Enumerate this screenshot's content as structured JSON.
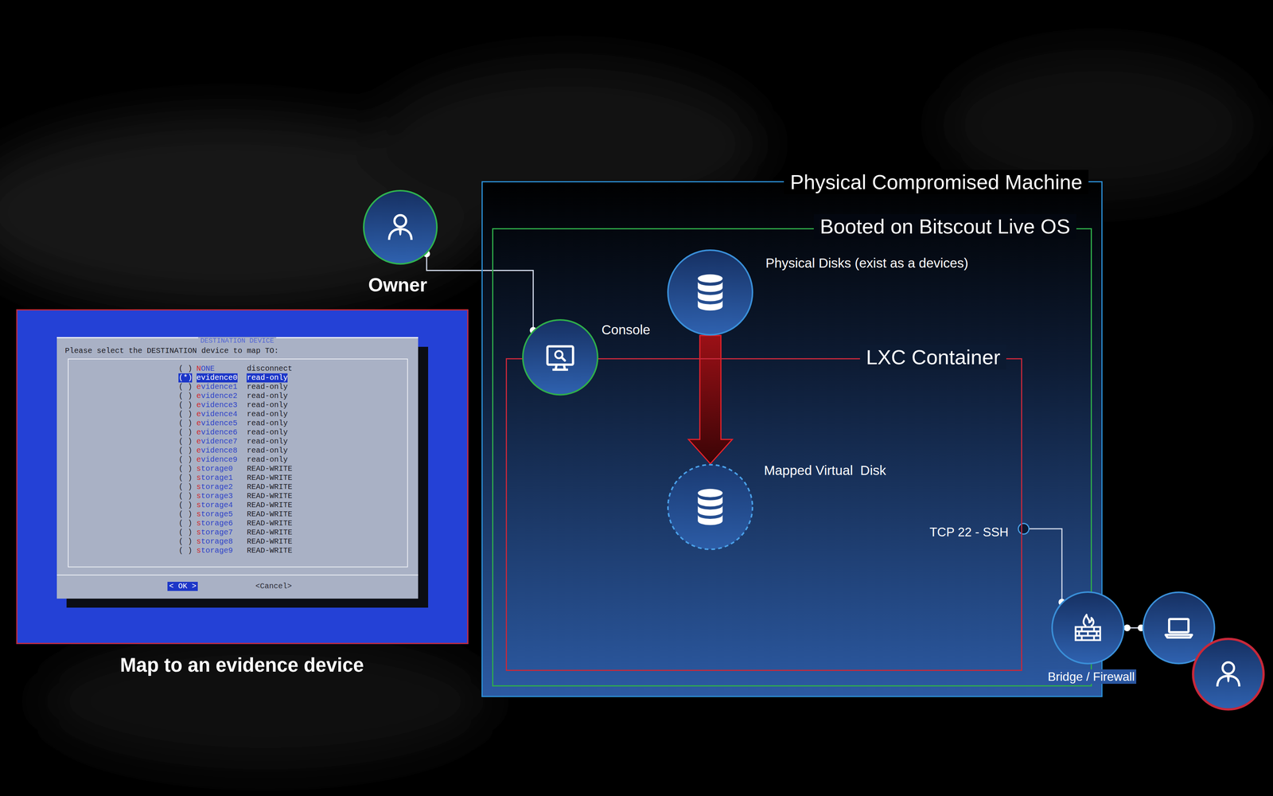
{
  "diagram": {
    "nodes": [
      {
        "text": [
          "Physical Compromised Machine"
        ]
      },
      {
        "text": [
          "Booted on Bitscout Live OS"
        ],
        "in": 0
      },
      {
        "text": [
          "Physical Disks (exist as a devices)"
        ],
        "in": 1
      },
      {
        "text": [
          "Console"
        ],
        "in": 1
      },
      {
        "text": [
          "LXC Container"
        ],
        "in": 1
      },
      {
        "text": [
          "Mapped Virtual  Disk"
        ],
        "in": 4
      },
      {
        "text": [
          "Bridge / Firewall"
        ],
        "in": 0
      },
      {
        "text": [
          "Owner"
        ]
      },
      {
        "text": [
          "Map to an evidence device"
        ]
      },
      {
        "text": [
          "DESTINATION DEVICE",
          "Please select the DESTINATION device to map TO:"
        ],
        "in": 8
      }
    ],
    "edges": [
      {
        "from": 7,
        "to": 3,
        "arrow": "none"
      },
      {
        "from": 2,
        "to": 5,
        "arrow": "to"
      },
      {
        "from": 4,
        "to": 6,
        "arrow": "none"
      }
    ],
    "labels": [
      "TCP 22 - SSH",
      "( )",
      "NONE",
      "disconnect",
      "(*)",
      "evidence0",
      "read-only",
      "( )",
      "evidence1",
      "read-only",
      "( )",
      "evidence2",
      "read-only",
      "( )",
      "evidence3",
      "read-only",
      "( )",
      "evidence4",
      "read-only",
      "( )",
      "evidence5",
      "read-only",
      "( )",
      "evidence6",
      "read-only",
      "( )",
      "evidence7",
      "read-only",
      "( )",
      "evidence8",
      "read-only",
      "( )",
      "evidence9",
      "read-only",
      "( )",
      "storage0",
      "READ-WRITE",
      "( )",
      "storage1",
      "READ-WRITE",
      "( )",
      "storage2",
      "READ-WRITE",
      "( )",
      "storage3",
      "READ-WRITE",
      "( )",
      "storage4",
      "READ-WRITE",
      "( )",
      "storage5",
      "READ-WRITE",
      "( )",
      "storage6",
      "READ-WRITE",
      "( )",
      "storage7",
      "READ-WRITE",
      "( )",
      "storage8",
      "READ-WRITE",
      "( )",
      "storage9",
      "READ-WRITE",
      "< OK >",
      "<Cancel>"
    ]
  }
}
